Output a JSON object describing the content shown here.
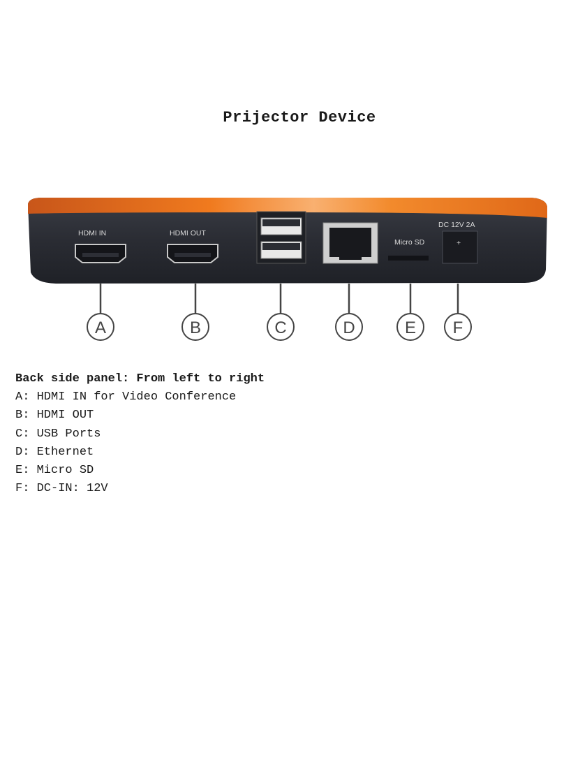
{
  "title": "Prijector Device",
  "device": {
    "port_labels": {
      "hdmi_in": "HDMI IN",
      "hdmi_out": "HDMI OUT",
      "micro_sd": "Micro SD",
      "dc": "DC 12V 2A",
      "dc_symbol": "+"
    },
    "callouts": [
      "A",
      "B",
      "C",
      "D",
      "E",
      "F"
    ],
    "colors": {
      "body": "#2b2d33",
      "top": "#e8701e"
    }
  },
  "description": {
    "heading": "Back side panel: From left to right",
    "items": [
      "A: HDMI IN for Video Conference",
      "B: HDMI OUT",
      "C: USB Ports",
      "D: Ethernet",
      "E: Micro SD",
      "F: DC-IN: 12V"
    ]
  }
}
